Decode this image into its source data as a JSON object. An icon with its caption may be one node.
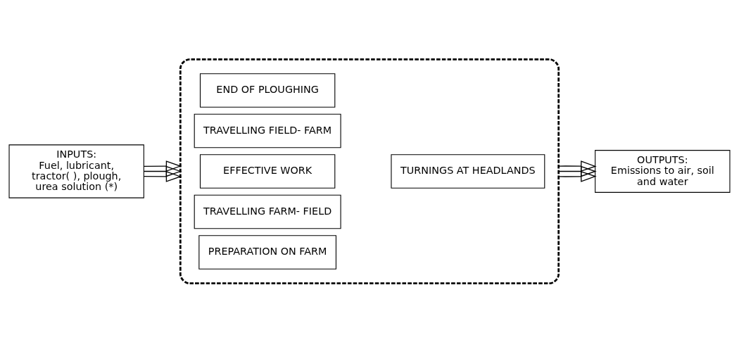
{
  "diagram": {
    "nodes": [
      {
        "text": [
          "INPUTS:",
          "Fuel, lubricant, tractor( ), plough, urea solution (*)"
        ]
      },
      {
        "text": [],
        "shape": "box"
      },
      {
        "text": [
          "PREPARATION ON FARM"
        ],
        "in": 1
      },
      {
        "text": [
          "TRAVELLING FARM- FIELD"
        ],
        "in": 1
      },
      {
        "text": [
          "EFFECTIVE WORK"
        ],
        "in": 1
      },
      {
        "text": [
          "TURNINGS AT HEADLANDS"
        ],
        "in": 1
      },
      {
        "text": [
          "TRAVELLING FIELD- FARM"
        ],
        "in": 1
      },
      {
        "text": [
          "END OF PLOUGHING"
        ],
        "in": 1
      },
      {
        "text": [
          "OUTPUTS:",
          "Emissions to air, soil and water"
        ]
      }
    ],
    "edges": [
      {
        "from": 0,
        "to": 1,
        "arrow": "to"
      },
      {
        "from": 0,
        "to": 1,
        "arrow": "to"
      },
      {
        "from": 0,
        "to": 1,
        "arrow": "to"
      },
      {
        "from": 1,
        "to": 8,
        "arrow": "to"
      },
      {
        "from": 1,
        "to": 8,
        "arrow": "to"
      },
      {
        "from": 1,
        "to": 8,
        "arrow": "to"
      }
    ]
  }
}
